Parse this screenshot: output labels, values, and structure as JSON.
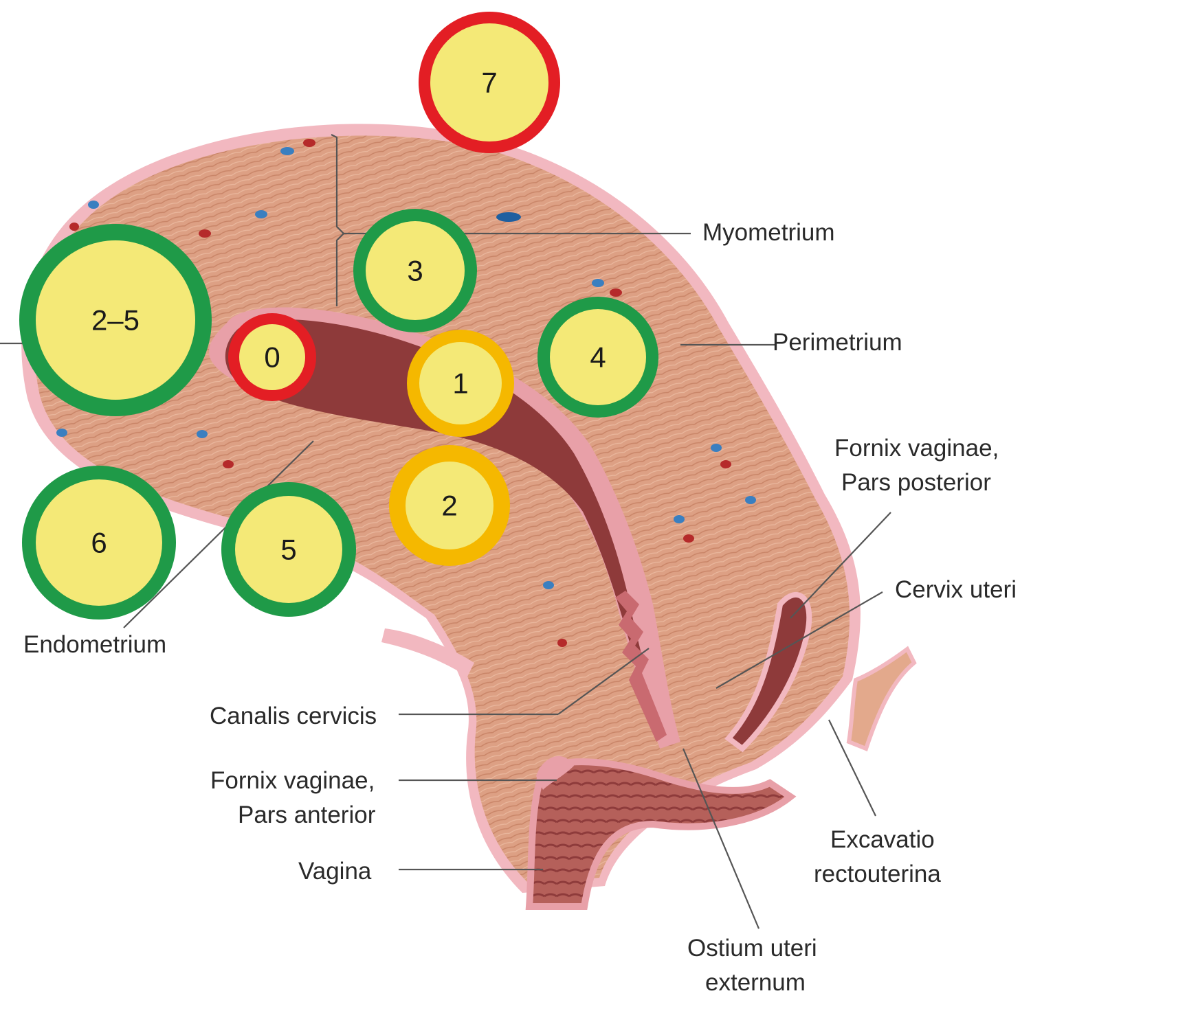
{
  "labels": {
    "myometrium": "Myometrium",
    "perimetrium": "Perimetrium",
    "fornix_posterior_1": "Fornix vaginae,",
    "fornix_posterior_2": "Pars posterior",
    "cervix_uteri": "Cervix uteri",
    "endometrium": "Endometrium",
    "canalis_cervicis": "Canalis cervicis",
    "fornix_anterior_1": "Fornix vaginae,",
    "fornix_anterior_2": "Pars anterior",
    "vagina": "Vagina",
    "excavatio_1": "Excavatio",
    "excavatio_2": "rectouterina",
    "ostium_1": "Ostium uteri",
    "ostium_2": "externum"
  },
  "fibroid_markers": [
    {
      "label": "7",
      "ring_color": "#e31e24"
    },
    {
      "label": "3",
      "ring_color": "#1f9a48"
    },
    {
      "label": "2–5",
      "ring_color": "#1f9a48"
    },
    {
      "label": "0",
      "ring_color": "#e31e24"
    },
    {
      "label": "1",
      "ring_color": "#f5b800"
    },
    {
      "label": "4",
      "ring_color": "#1f9a48"
    },
    {
      "label": "2",
      "ring_color": "#f5b800"
    },
    {
      "label": "6",
      "ring_color": "#1f9a48"
    },
    {
      "label": "5",
      "ring_color": "#1f9a48"
    }
  ],
  "colors": {
    "marker_fill": "#f4e977",
    "tissue": "#e3a98c",
    "perimetrium": "#f2b8c0",
    "cavity": "#8e3a3a"
  }
}
